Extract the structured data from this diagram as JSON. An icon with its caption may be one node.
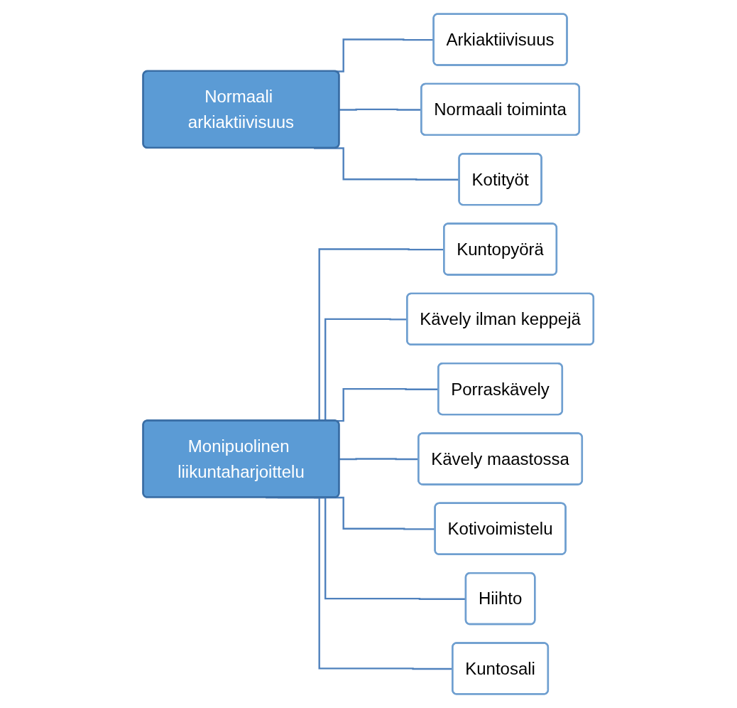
{
  "diagram": {
    "nodes": [
      {
        "text": [
          "Normaali arkiaktiivisuus"
        ]
      },
      {
        "text": [
          "Arkiaktiivisuus"
        ]
      },
      {
        "text": [
          "Normaali toiminta"
        ]
      },
      {
        "text": [
          "Kotityöt"
        ]
      },
      {
        "text": [
          "Monipuolinen liikuntaharjoittelu"
        ]
      },
      {
        "text": [
          "Kuntopyörä"
        ]
      },
      {
        "text": [
          "Kävely ilman keppejä"
        ]
      },
      {
        "text": [
          "Porraskävely"
        ]
      },
      {
        "text": [
          "Kävely maastossa"
        ]
      },
      {
        "text": [
          "Kotivoimistelu"
        ]
      },
      {
        "text": [
          "Hiihto"
        ]
      },
      {
        "text": [
          "Kuntosali"
        ]
      }
    ],
    "edges": [
      {
        "from": 0,
        "to": 1,
        "arrow": "none"
      },
      {
        "from": 0,
        "to": 2,
        "arrow": "none"
      },
      {
        "from": 0,
        "to": 3,
        "arrow": "none"
      },
      {
        "from": 4,
        "to": 5,
        "arrow": "none"
      },
      {
        "from": 4,
        "to": 6,
        "arrow": "none"
      },
      {
        "from": 4,
        "to": 7,
        "arrow": "none"
      },
      {
        "from": 4,
        "to": 8,
        "arrow": "none"
      },
      {
        "from": 4,
        "to": 9,
        "arrow": "none"
      },
      {
        "from": 4,
        "to": 10,
        "arrow": "none"
      },
      {
        "from": 4,
        "to": 11,
        "arrow": "none"
      }
    ]
  }
}
